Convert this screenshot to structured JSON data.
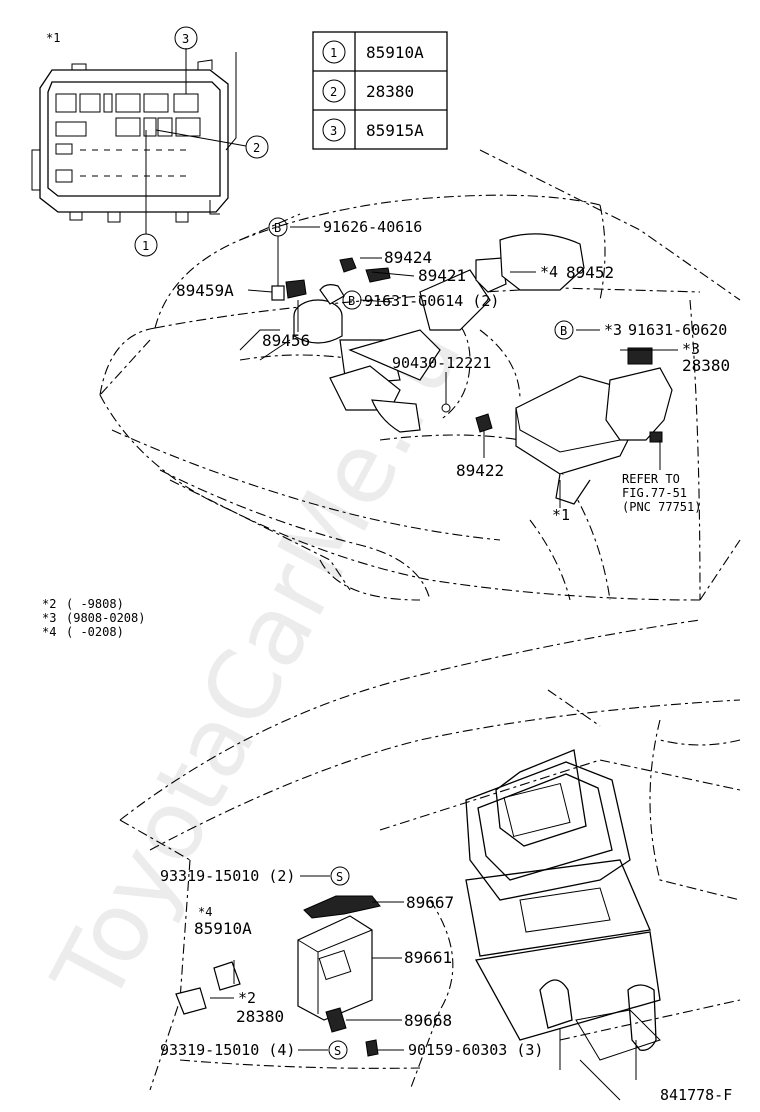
{
  "legend_table": [
    {
      "num": "1",
      "part": "85910A"
    },
    {
      "num": "2",
      "part": "28380"
    },
    {
      "num": "3",
      "part": "85915A"
    }
  ],
  "relay_block": {
    "note": "*1",
    "callout_1": "1",
    "callout_2": "2",
    "callout_3": "3"
  },
  "engine_labels": {
    "p91626": "91626-40616",
    "p89424": "89424",
    "p89421": "89421",
    "p89459A": "89459A",
    "p91631_g": "91631-G0614 (2)",
    "p89456": "89456",
    "p89452": "89452",
    "p89452_note": "*4",
    "p91631_6": "91631-60620",
    "p91631_note": "*3",
    "p28380_note": "*3",
    "p28380": "28380",
    "p90430": "90430-12221",
    "p89422": "89422",
    "refer_1": "REFER TO",
    "refer_2": "FIG.77-51",
    "refer_3": "(PNC 77751)",
    "star1": "*1",
    "bolt_b": "B"
  },
  "footnotes": [
    {
      "mark": "*2",
      "range": "(      -9808)"
    },
    {
      "mark": "*3",
      "range": "(9808-0208)"
    },
    {
      "mark": "*4",
      "range": "(      -0208)"
    }
  ],
  "dash_labels": {
    "p93319_a": "93319-15010 (2)",
    "p89667": "89667",
    "p85910A_note": "*4",
    "p85910A": "85910A",
    "p89661": "89661",
    "p28380_note": "*2",
    "p28380": "28380",
    "p89668": "89668",
    "p93319_b": "93319-15010 (4)",
    "p90159": "90159-60303 (3)",
    "bolt_s": "S"
  },
  "figure_id": "841778-F",
  "watermark": "ToyotaCarMe.ru"
}
